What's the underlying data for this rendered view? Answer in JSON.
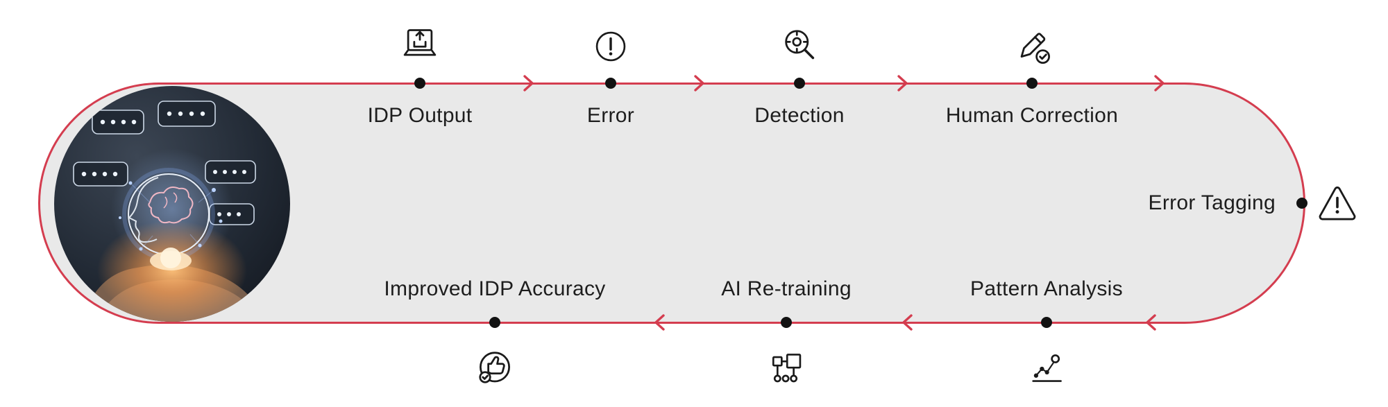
{
  "diagram": {
    "type": "circular-process-flow",
    "loop": {
      "stroke_color": "#d43d4f",
      "fill_color": "#e9e9e9",
      "dot_color": "#121212",
      "text_color": "#1d1d1d"
    },
    "top_flow": {
      "direction": "right",
      "nodes": [
        {
          "label": "IDP Output",
          "icon": "laptop-upload-icon"
        },
        {
          "label": "Error",
          "icon": "exclamation-circle-icon"
        },
        {
          "label": "Detection",
          "icon": "magnifier-target-icon"
        },
        {
          "label": "Human Correction",
          "icon": "pencil-check-icon"
        }
      ]
    },
    "right_flow": {
      "nodes": [
        {
          "label": "Error Tagging",
          "icon": "warning-triangle-icon"
        }
      ]
    },
    "bottom_flow": {
      "direction": "left",
      "nodes": [
        {
          "label": "Pattern Analysis",
          "icon": "scatter-chart-icon"
        },
        {
          "label": "AI Re-training",
          "icon": "process-blocks-icon"
        },
        {
          "label": "Improved IDP Accuracy",
          "icon": "thumbs-up-badge-icon"
        }
      ]
    }
  }
}
